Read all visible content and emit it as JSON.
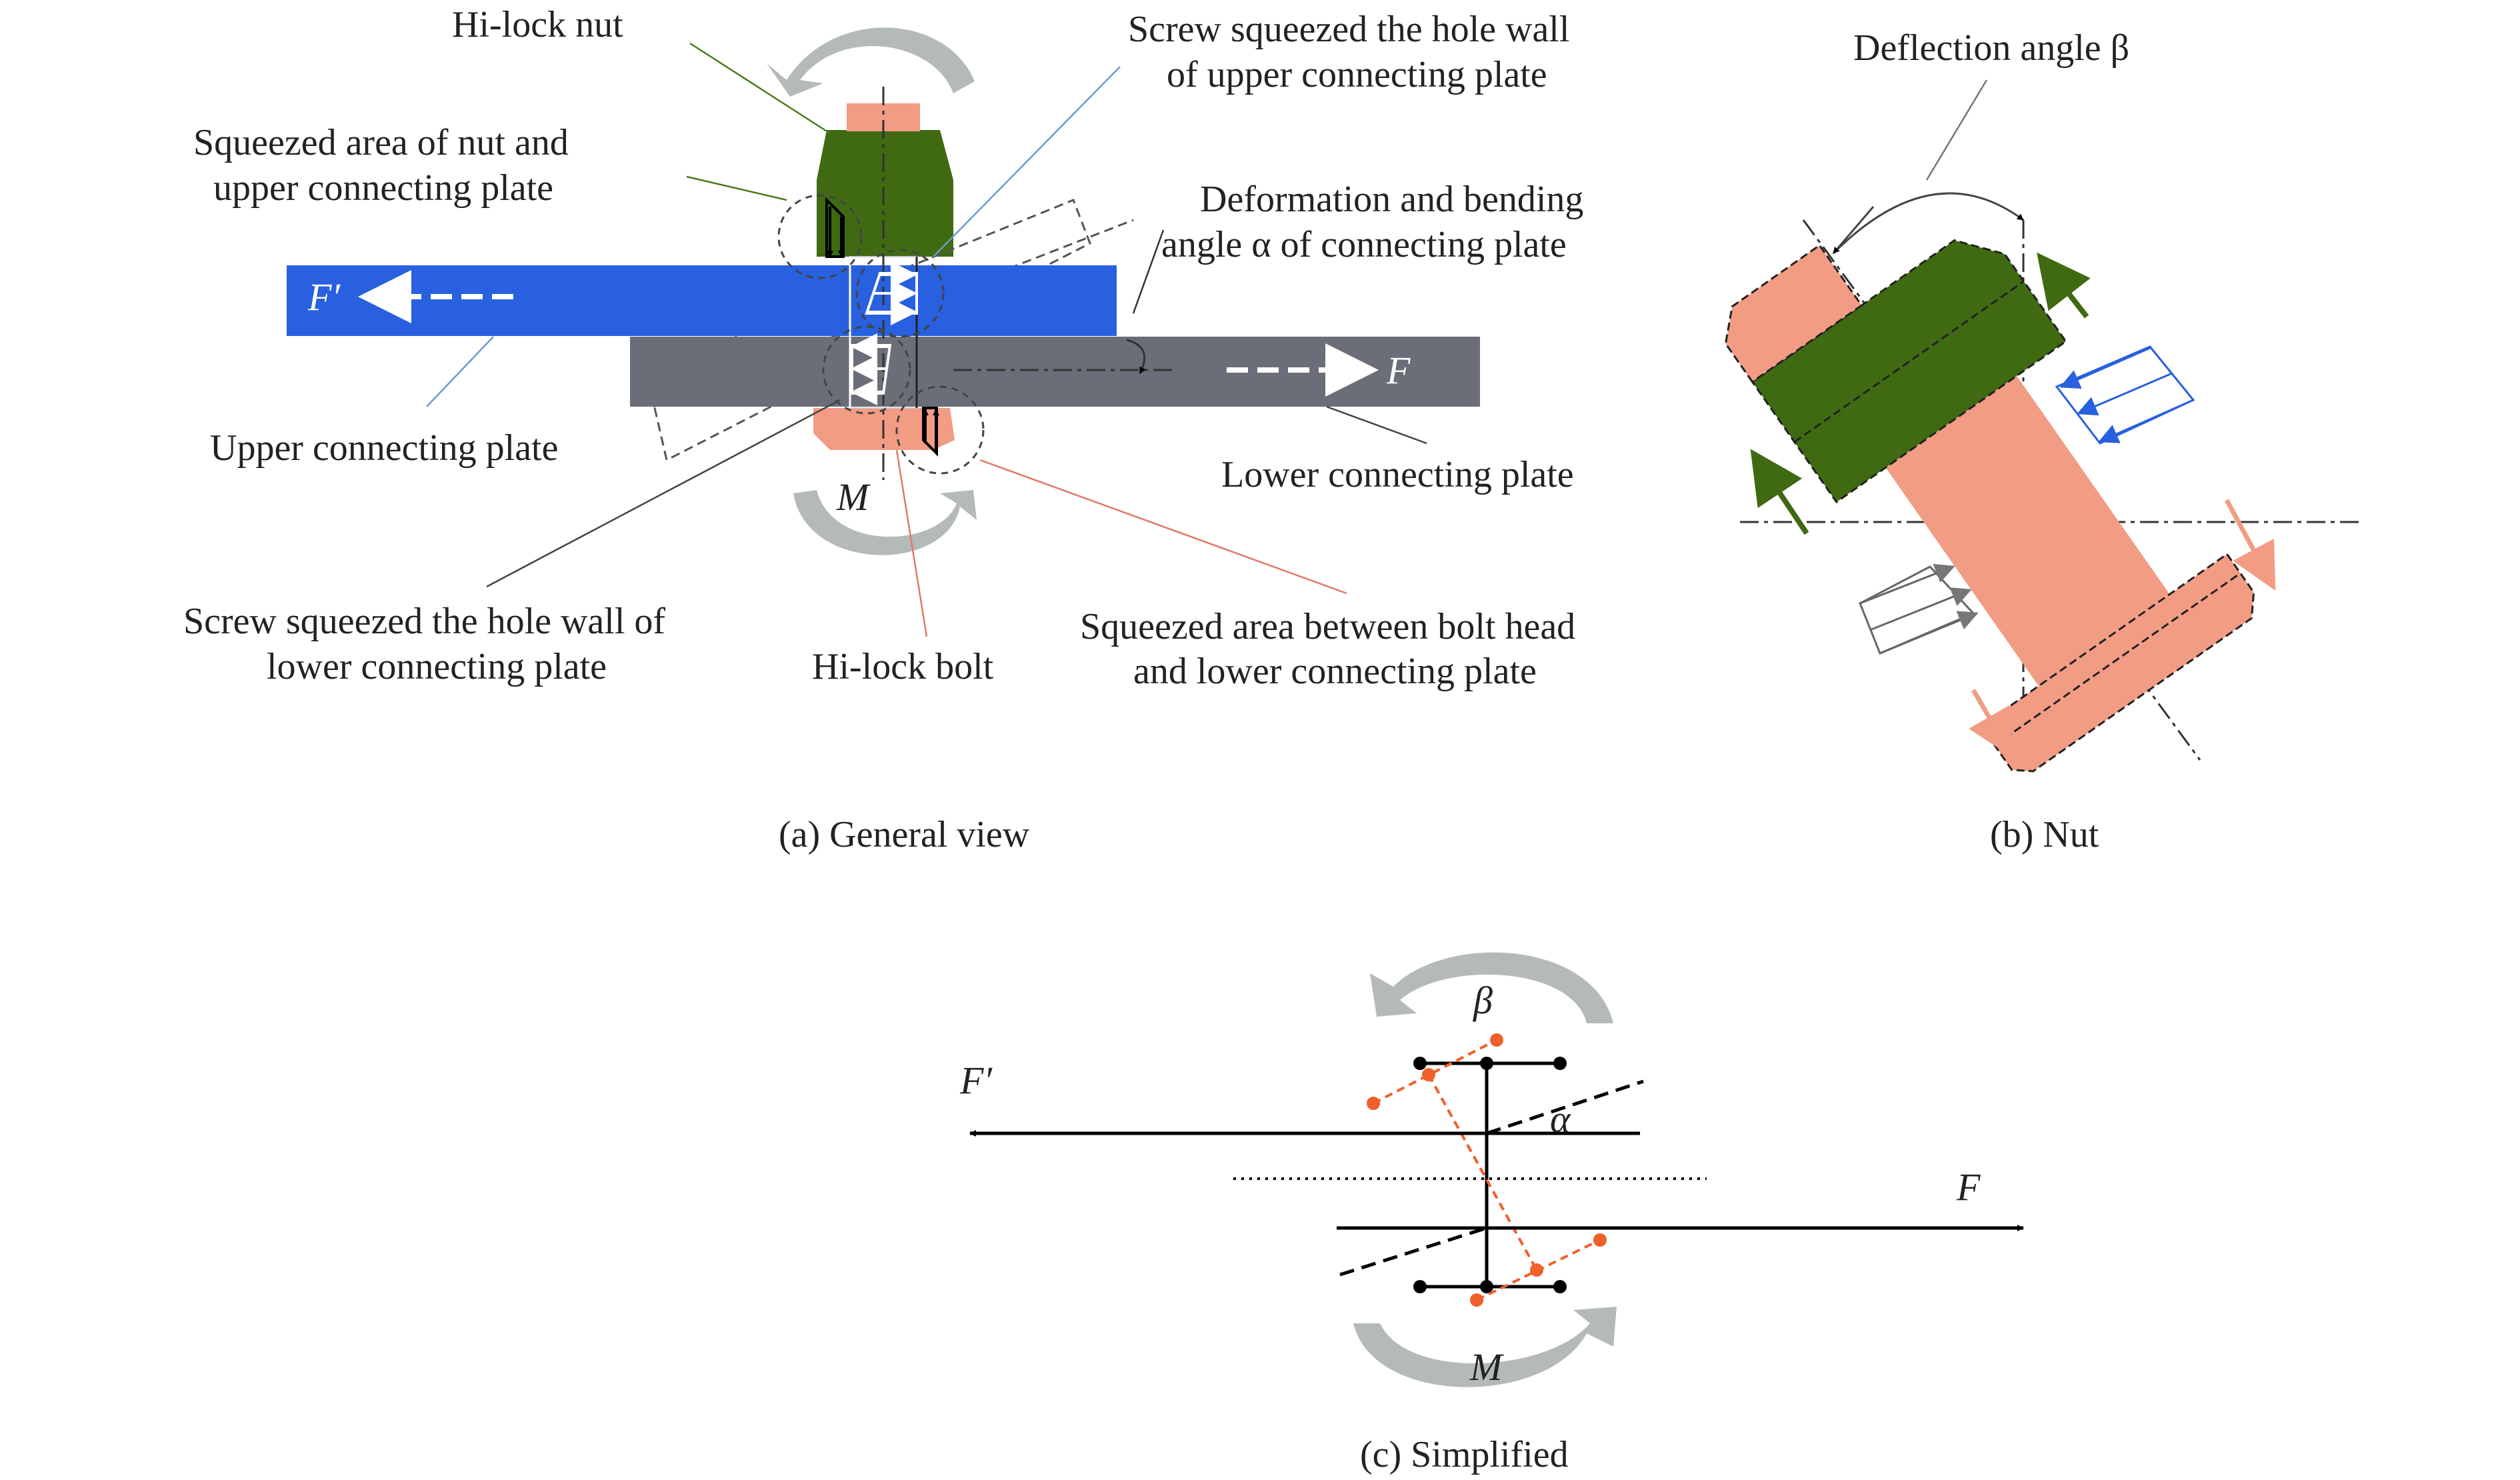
{
  "labels": {
    "hilock_nut": "Hi-lock nut",
    "squeezed_nut_1": "Squeezed area of nut and",
    "squeezed_nut_2": "upper connecting plate",
    "screw_upper_1": "Screw squeezed the hole wall",
    "screw_upper_2": "of upper connecting plate",
    "deform_1": "Deformation and bending",
    "deform_2": "angle α of connecting plate",
    "upper_plate": "Upper connecting plate",
    "lower_plate": "Lower connecting plate",
    "screw_lower_1": "Screw squeezed the hole wall of",
    "screw_lower_2": "lower connecting plate",
    "hilock_bolt": "Hi-lock bolt",
    "squeezed_bolt_1": "Squeezed area between bolt head",
    "squeezed_bolt_2": "and lower connecting plate",
    "deflection": "Deflection angle β"
  },
  "symbols": {
    "F_prime": "F′",
    "F": "F",
    "M": "M",
    "alpha": "α",
    "beta": "β"
  },
  "captions": {
    "a": "(a) General view",
    "b": "(b) Nut",
    "c": "(c) Simplified"
  },
  "colors": {
    "upper_plate": "#2860e0",
    "lower_plate": "#6b6e78",
    "nut": "#3f6a12",
    "bolt": "#f29c84",
    "deformed": "#f0602a",
    "rotation_arrow": "#b4bab9"
  }
}
